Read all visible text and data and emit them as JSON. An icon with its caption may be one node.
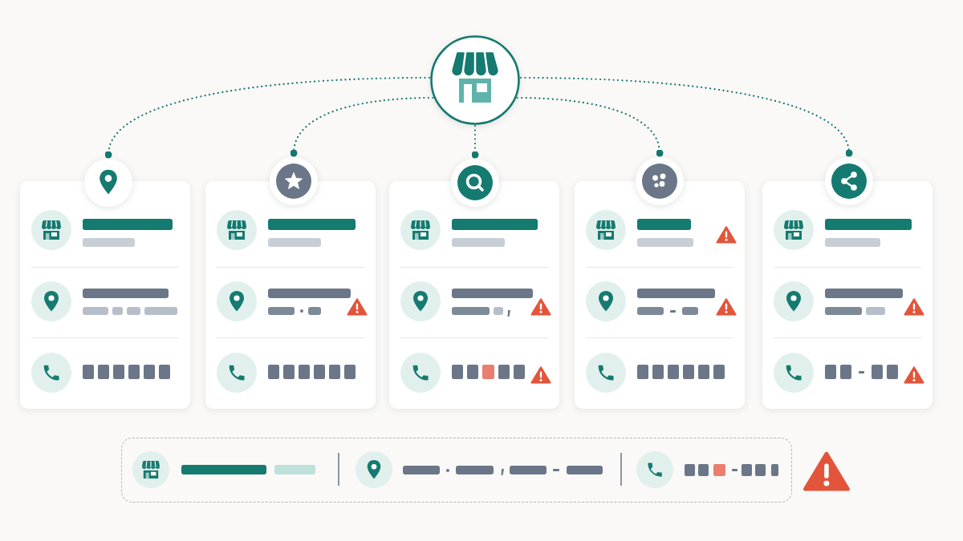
{
  "diagram": {
    "nodes": [
      {
        "text": [],
        "shape": "picture"
      },
      {
        "text": [],
        "shape": "picture"
      },
      {
        "text": [],
        "shape": "picture"
      },
      {
        "text": [],
        "shape": "picture"
      },
      {
        "text": [],
        "shape": "picture"
      },
      {
        "text": [],
        "shape": "picture"
      }
    ],
    "edges": [
      {
        "from": 0,
        "to": 1,
        "arrow": "other",
        "style": "dashed"
      },
      {
        "from": 0,
        "to": 2,
        "arrow": "other",
        "style": "dashed"
      },
      {
        "from": 0,
        "to": 3,
        "arrow": "other",
        "style": "dashed"
      },
      {
        "from": 0,
        "to": 4,
        "arrow": "other",
        "style": "dashed"
      },
      {
        "from": 0,
        "to": 5,
        "arrow": "other",
        "style": "dashed"
      }
    ]
  }
}
